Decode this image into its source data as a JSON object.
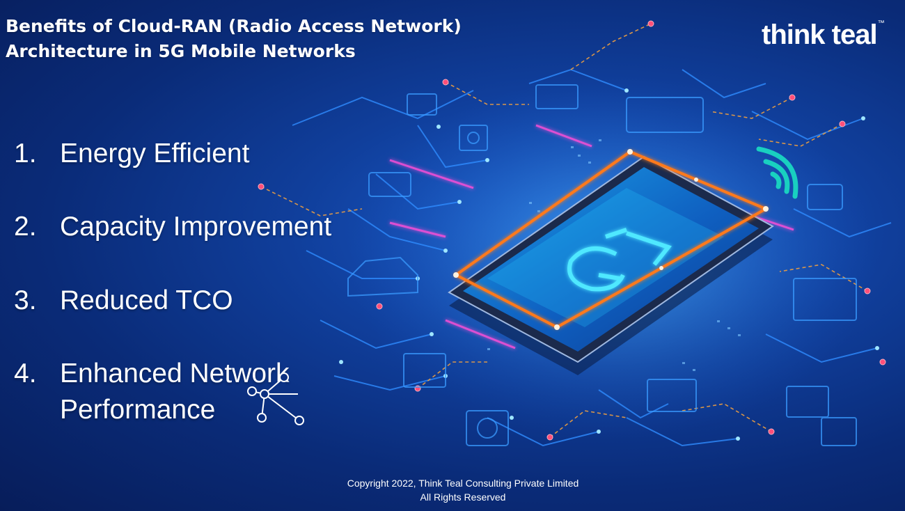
{
  "slide": {
    "title_line1": "Benefits of Cloud-RAN (Radio Access Network)",
    "title_line2": "Architecture in 5G Mobile Networks",
    "logo_text": "think teal",
    "logo_mark": "™",
    "benefits": [
      {
        "number": "1.",
        "label": "Energy Efficient"
      },
      {
        "number": "2.",
        "label": "Capacity Improvement"
      },
      {
        "number": "3.",
        "label": "Reduced TCO"
      },
      {
        "number": "4.",
        "label_line1": "Enhanced Network",
        "label_line2": "Performance"
      }
    ],
    "copyright_line1": "Copyright 2022, Think Teal Consulting Private Limited",
    "copyright_line2": "All Rights Reserved"
  },
  "colors": {
    "background": "#0a2b78",
    "circuit_blue": "#2f8cff",
    "circuit_dash": "#f0a040",
    "neon_frame": "#ff7a1a",
    "neon_pink": "#ff4fd8",
    "accent_teal": "#19d0c0"
  },
  "icons": [
    "smartphone-icon",
    "signal-wave-icon",
    "car-icon",
    "network-node-icon"
  ]
}
